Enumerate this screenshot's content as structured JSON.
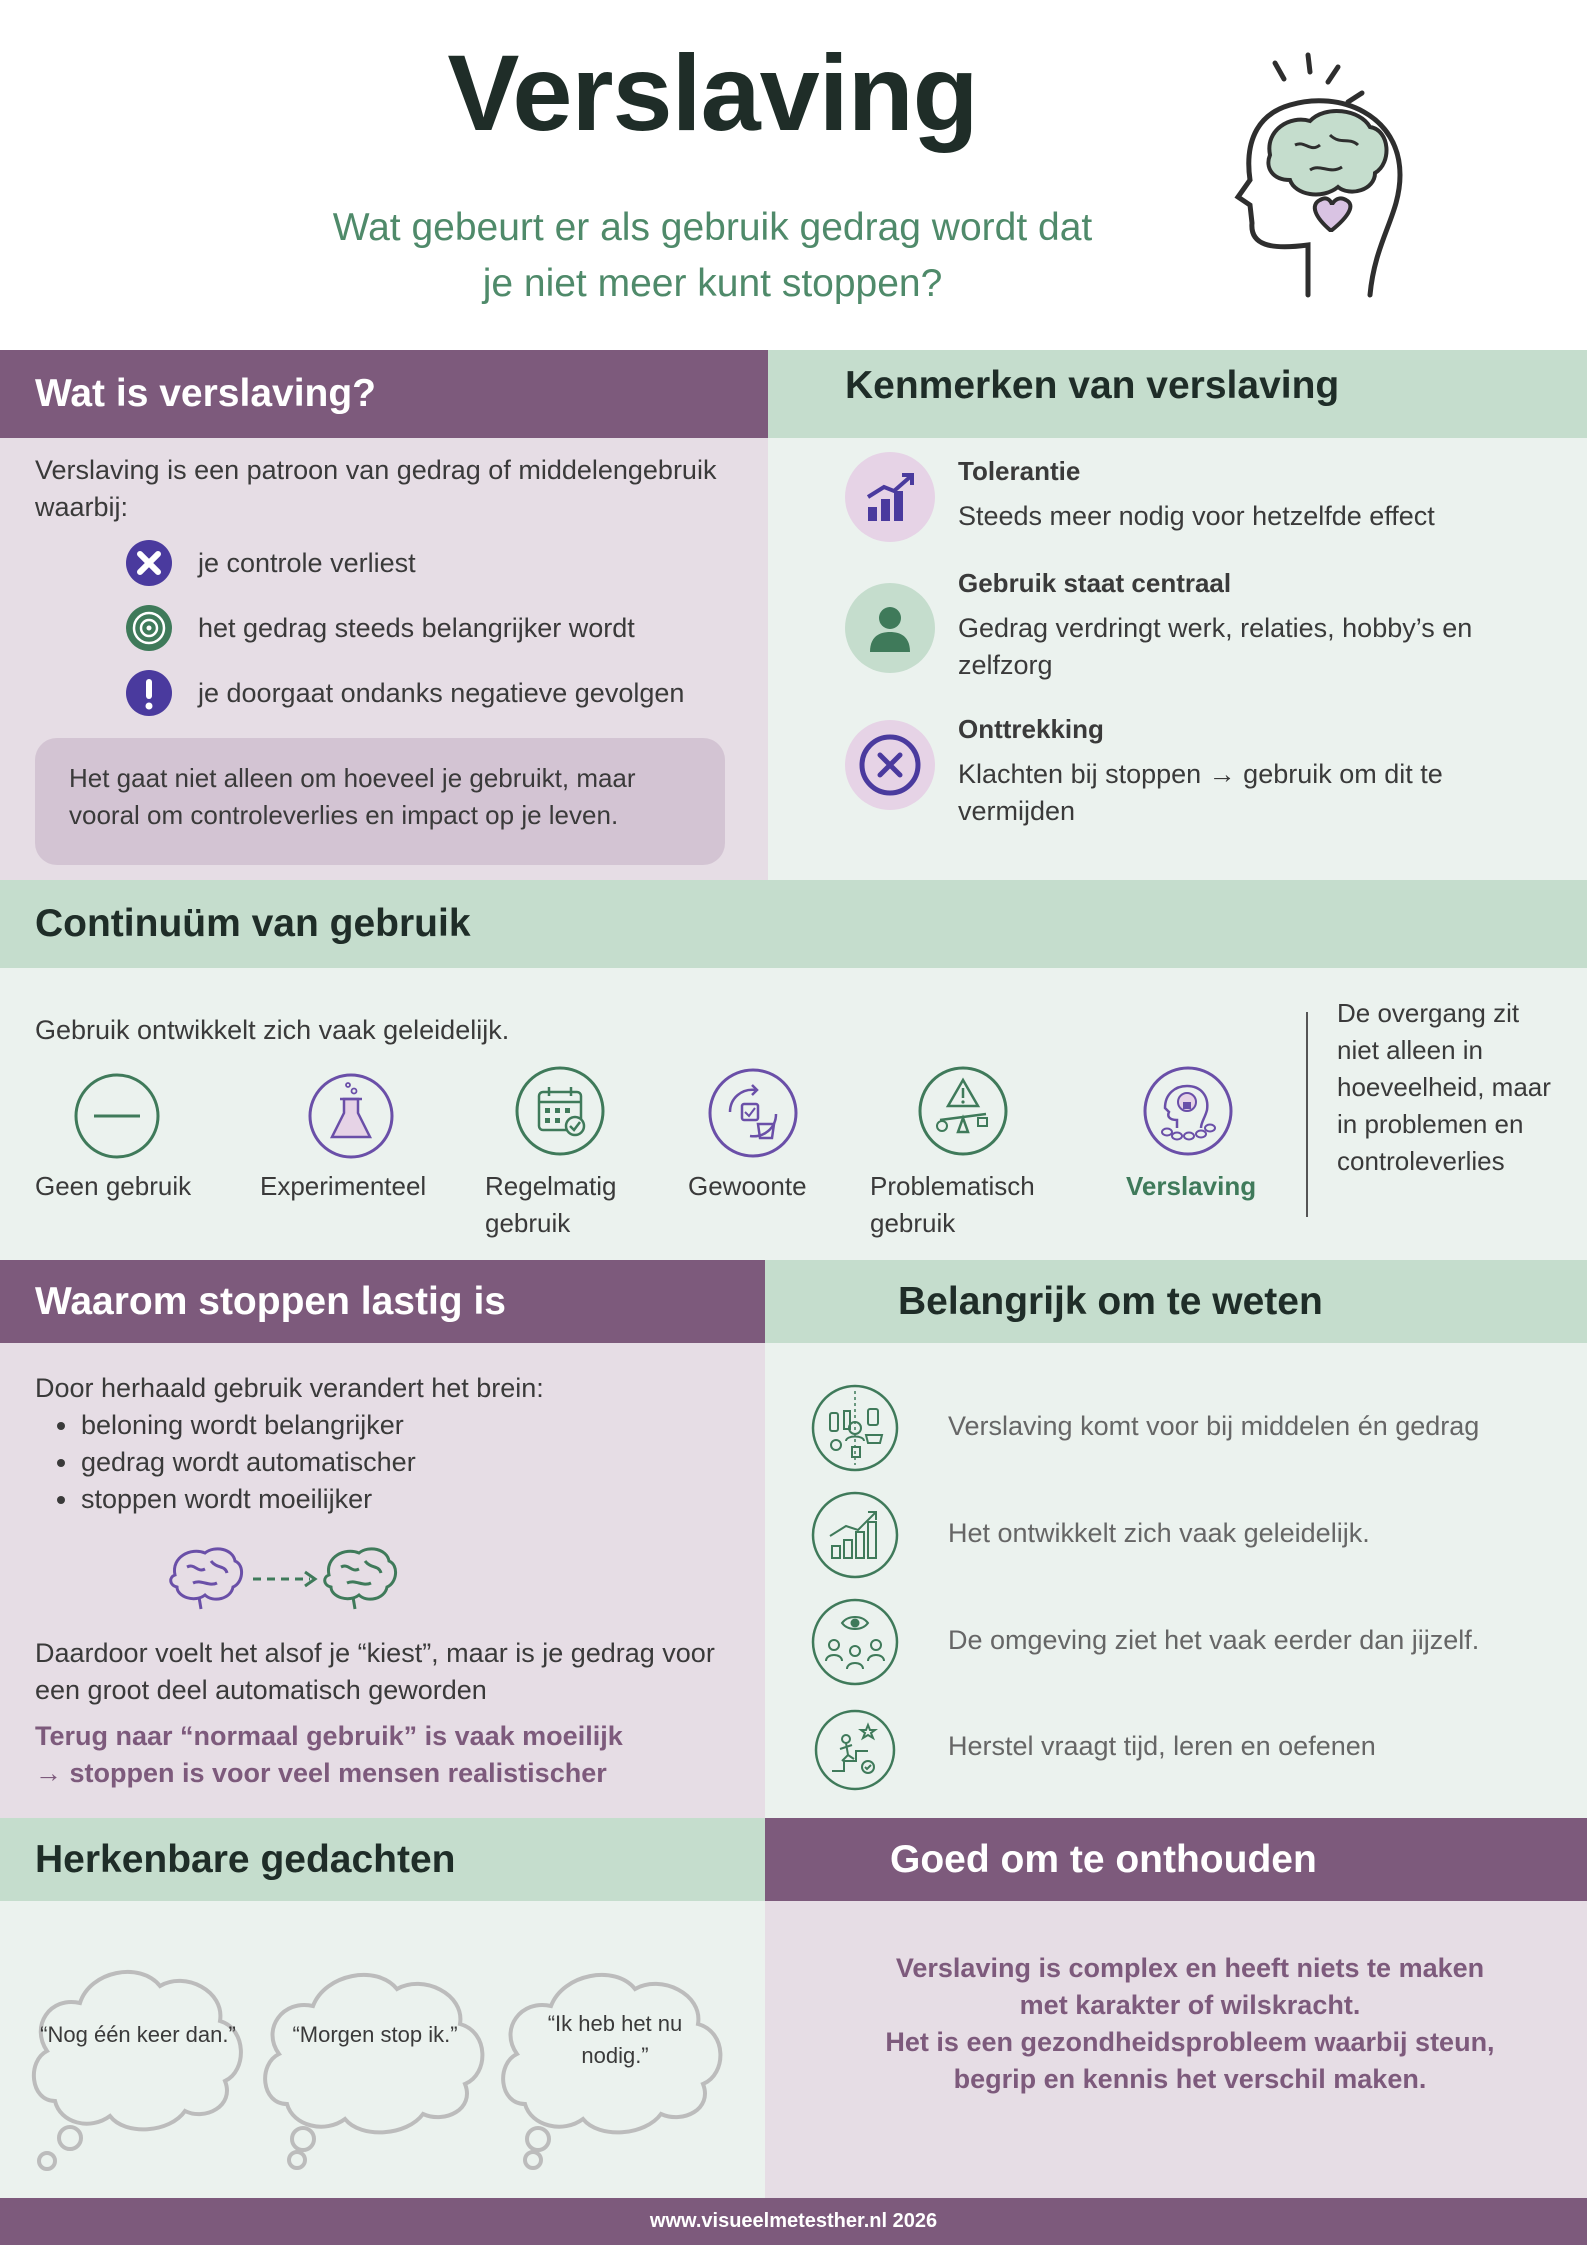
{
  "header": {
    "title": "Verslaving",
    "subtitle_line1": "Wat gebeurt er als gebruik gedrag wordt dat",
    "subtitle_line2": "je niet meer kunt stoppen?",
    "icon": "head-brain-heart-icon"
  },
  "colors": {
    "purple": "#7d5a7c",
    "green_bar": "#c5ddcd",
    "lilac_bg": "#e6dde5",
    "mint_bg": "#ebf2ee",
    "accent_green": "#3f7a5a",
    "accent_violet": "#5a3f9e"
  },
  "wat_is": {
    "title": "Wat is verslaving?",
    "intro": "Verslaving is een patroon van gedrag of middelengebruik waarbij:",
    "bullets": [
      {
        "icon": "x-circle-icon",
        "text": "je controle verliest"
      },
      {
        "icon": "target-icon",
        "text": "het gedrag steeds belangrijker wordt"
      },
      {
        "icon": "exclamation-icon",
        "text": "je doorgaat ondanks negatieve gevolgen"
      }
    ],
    "note": "Het gaat niet alleen om hoeveel je gebruikt, maar vooral om controleverlies en impact op je leven."
  },
  "kenmerken": {
    "title": "Kenmerken van verslaving",
    "items": [
      {
        "icon": "rising-chart-icon",
        "title": "Tolerantie",
        "text": "Steeds meer nodig voor hetzelfde effect"
      },
      {
        "icon": "person-icon",
        "title": "Gebruik staat centraal",
        "text": "Gedrag verdringt werk, relaties, hobby’s en zelfzorg"
      },
      {
        "icon": "x-circle-icon",
        "title": "Onttrekking",
        "text": "Klachten bij stoppen → gebruik om dit te vermijden"
      }
    ]
  },
  "continuum": {
    "title": "Continuüm van gebruik",
    "intro": "Gebruik ontwikkelt zich vaak geleidelijk.",
    "stages": [
      {
        "icon": "minus-circle-icon",
        "label": "Geen gebruik"
      },
      {
        "icon": "flask-icon",
        "label": "Experimenteel"
      },
      {
        "icon": "calendar-check-icon",
        "label": "Regelmatig gebruik"
      },
      {
        "icon": "cycle-cup-icon",
        "label": "Gewoonte"
      },
      {
        "icon": "warning-scale-icon",
        "label": "Problematisch gebruik"
      },
      {
        "icon": "chained-head-icon",
        "label": "Verslaving"
      }
    ],
    "note": "De overgang zit niet alleen in hoeveelheid, maar in problemen en controleverlies"
  },
  "waarom": {
    "title": "Waarom stoppen lastig is",
    "intro": "Door herhaald gebruik verandert het brein:",
    "bullets": [
      "beloning wordt belangrijker",
      "gedrag wordt automatischer",
      "stoppen wordt moeilijker"
    ],
    "conclusion": "Daardoor voelt het alsof je “kiest”, maar is je gedrag voor een groot deel automatisch geworden",
    "highlight_line1": "Terug naar “normaal gebruik” is vaak moeilijk",
    "highlight_line2": "→ stoppen is voor veel mensen realistischer"
  },
  "belangrijk": {
    "title": "Belangrijk om te weten",
    "items": [
      {
        "icon": "substances-behaviour-icon",
        "text": "Verslaving komt voor bij middelen én gedrag"
      },
      {
        "icon": "growth-chart-icon",
        "text": "Het ontwikkelt zich vaak geleidelijk."
      },
      {
        "icon": "people-eye-icon",
        "text": "De omgeving ziet het vaak eerder dan jijzelf."
      },
      {
        "icon": "climbing-person-icon",
        "text": "Herstel vraagt tijd, leren en oefenen"
      }
    ]
  },
  "gedachten": {
    "title": "Herkenbare gedachten",
    "thoughts": [
      "“Nog één keer dan.”",
      "“Morgen stop ik.”",
      "“Ik heb het nu nodig.”"
    ]
  },
  "onthouden": {
    "title": "Goed om te onthouden",
    "line1": "Verslaving is complex en heeft niets te maken",
    "line2": "met karakter of wilskracht.",
    "line3": "Het is een gezondheidsprobleem waarbij steun,",
    "line4": "begrip en kennis het verschil maken."
  },
  "footer": {
    "text": "www.visueelmetesther.nl  2026"
  }
}
